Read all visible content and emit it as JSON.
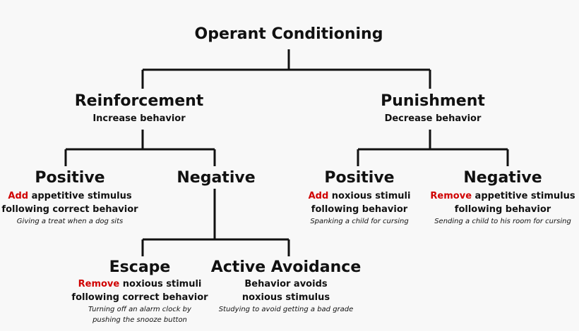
{
  "colors": {
    "accent": "#d00000",
    "line": "#111111",
    "background": "#f8f8f8"
  },
  "root": {
    "title": "Operant Conditioning"
  },
  "reinforcement": {
    "title": "Reinforcement",
    "subtitle": "Increase behavior"
  },
  "punishment": {
    "title": "Punishment",
    "subtitle": "Decrease behavior"
  },
  "reinf_positive": {
    "title": "Positive",
    "keyword": "Add",
    "line1_rest": " appetitive stimulus",
    "line2": "following correct behavior",
    "example": "Giving a treat when a dog sits"
  },
  "reinf_negative": {
    "title": "Negative"
  },
  "pun_positive": {
    "title": "Positive",
    "keyword": "Add",
    "line1_rest": " noxious stimuli",
    "line2": "following behavior",
    "example": "Spanking a child for cursing"
  },
  "pun_negative": {
    "title": "Negative",
    "keyword": "Remove",
    "line1_rest": " appetitive stimulus",
    "line2": "following behavior",
    "example": "Sending a child to his room for cursing"
  },
  "escape": {
    "title": "Escape",
    "keyword": "Remove",
    "line1_rest": " noxious stimuli",
    "line2": "following correct behavior",
    "example1": "Turning off an alarm clock by",
    "example2": "pushing the snooze button"
  },
  "active_avoidance": {
    "title": "Active Avoidance",
    "line1": "Behavior avoids",
    "line2": "noxious stimulus",
    "example": "Studying to avoid getting a bad grade"
  }
}
